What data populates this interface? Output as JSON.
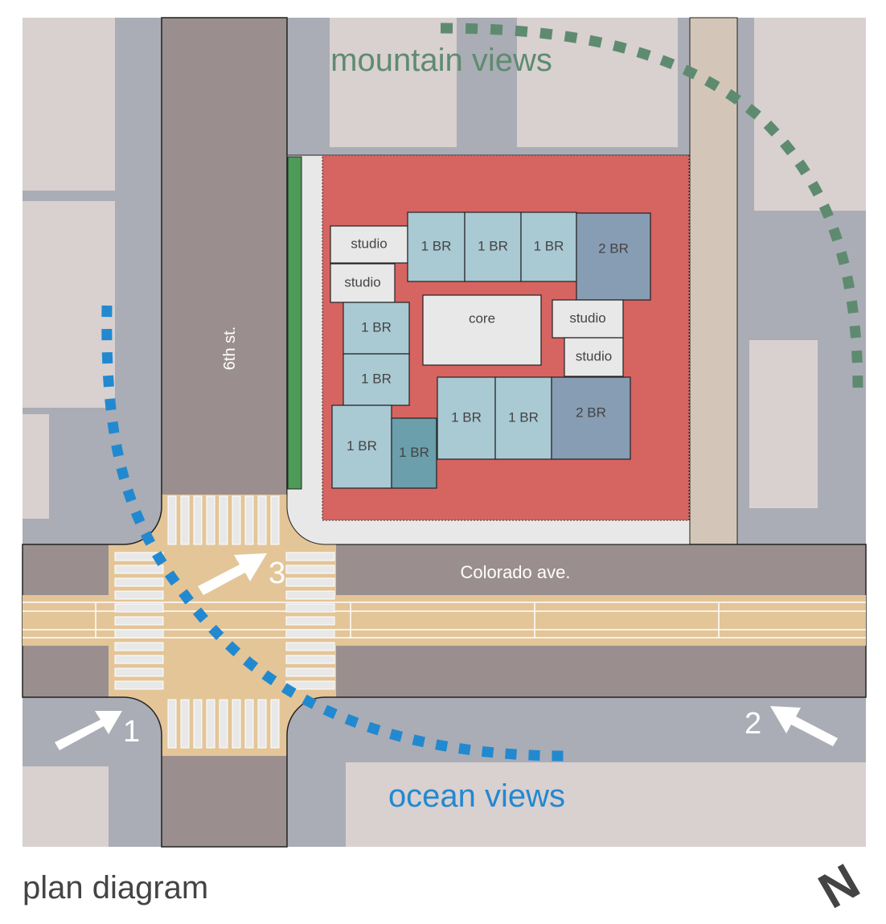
{
  "title": "plan diagram",
  "labels": {
    "mountain": "mountain views",
    "ocean": "ocean views",
    "street_v": "6th st.",
    "street_h": "Colorado ave."
  },
  "markers": [
    "1",
    "2",
    "3"
  ],
  "compass": "N",
  "units": [
    {
      "label": "studio",
      "type": "studio"
    },
    {
      "label": "studio",
      "type": "studio"
    },
    {
      "label": "1 BR",
      "type": "1br"
    },
    {
      "label": "1 BR",
      "type": "1br"
    },
    {
      "label": "1 BR",
      "type": "1br"
    },
    {
      "label": "2 BR",
      "type": "2br"
    },
    {
      "label": "core",
      "type": "core"
    },
    {
      "label": "studio",
      "type": "studio"
    },
    {
      "label": "studio",
      "type": "studio"
    },
    {
      "label": "1 BR",
      "type": "1br"
    },
    {
      "label": "1 BR",
      "type": "1br"
    },
    {
      "label": "1 BR",
      "type": "1br"
    },
    {
      "label": "1 BR",
      "type": "1br-dark"
    },
    {
      "label": "1 BR",
      "type": "1br"
    },
    {
      "label": "1 BR",
      "type": "1br"
    },
    {
      "label": "2 BR",
      "type": "2br"
    }
  ],
  "colors": {
    "studio": "#e8e8e8",
    "core": "#e8e8e8",
    "1br": "#a9c9d3",
    "1br-dark": "#6a9fab",
    "2br": "#879db4",
    "site": "#d66461",
    "mountain": "#5e8b70",
    "ocean": "#2289d0"
  }
}
